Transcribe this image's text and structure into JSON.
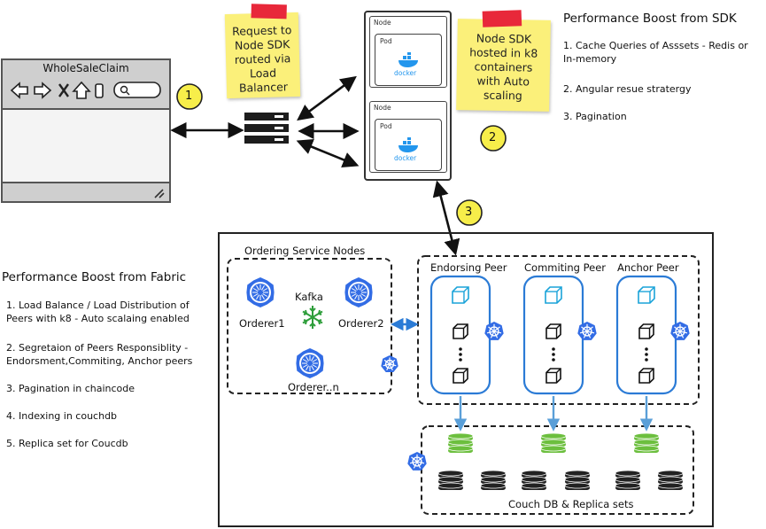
{
  "browser": {
    "title": "WholeSaleClaim"
  },
  "badges": [
    "1",
    "2",
    "3"
  ],
  "notes": {
    "load_balancer": [
      "Request to",
      "Node SDK",
      "routed via",
      "Load",
      "Balancer"
    ],
    "k8": [
      "Node SDK",
      "hosted in k8",
      "containers",
      "with Auto",
      "scaling"
    ]
  },
  "node_container": {
    "node_label": "Node",
    "pod_label": "Pod",
    "docker_label": "docker"
  },
  "sdk_boost": {
    "title": "Performance Boost from SDK",
    "items": [
      "1. Cache Queries of Asssets - Redis or In-memory",
      "2. Angular resue stratergy",
      "3. Pagination"
    ]
  },
  "fabric_boost": {
    "title": "Performance Boost from Fabric",
    "items": [
      "1. Load Balance / Load Distribution of Peers with k8 - Auto scalaing enabled",
      "2. Segretaion of Peers Responsiblity - Endorsment,Commiting, Anchor peers",
      "3. Pagination in chaincode",
      "4. Indexing in couchdb",
      "5. Replica set for Coucdb"
    ]
  },
  "ordering": {
    "title": "Ordering Service Nodes",
    "kafka": "Kafka",
    "orderers": [
      "Orderer1",
      "Orderer2",
      "Orderer..n"
    ]
  },
  "peers": [
    "Endorsing  Peer",
    "Commiting Peer",
    "Anchor Peer"
  ],
  "couch_label": "Couch DB & Replica sets",
  "colors": {
    "sticky": "#fbf07a",
    "tape": "#e8283a",
    "badge": "#f7ee4a",
    "peer_border": "#2b7bd6",
    "peer_cube": "#1aa3d9",
    "db_green": "#6cbf3e",
    "db_dark": "#222222",
    "k8_blue": "#326ce5",
    "kafka_green": "#2e9e3b"
  }
}
